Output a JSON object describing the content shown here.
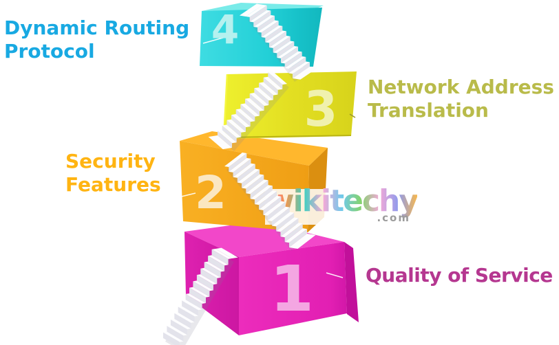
{
  "diagram": {
    "levels": [
      {
        "number": "4",
        "label": "Dynamic Routing Protocol",
        "side": "left",
        "box_color": "#1ecdd4",
        "label_color": "#18a9e2",
        "number_color": "#b5f1ef"
      },
      {
        "number": "3",
        "label": "Network Address Translation",
        "side": "right",
        "box_color": "#e2de22",
        "label_color": "#b9bb4a",
        "number_color": "#f0f1ae"
      },
      {
        "number": "2",
        "label": "Security Features",
        "side": "left",
        "box_color": "#f5a81d",
        "label_color": "#ffb412",
        "number_color": "#fbe7c1"
      },
      {
        "number": "1",
        "label": "Quality of Service",
        "side": "right",
        "box_color": "#e21fb3",
        "label_color": "#b53790",
        "number_color": "#f4a6e2"
      }
    ],
    "watermark": {
      "brand": "wikitechy",
      "suffix": ".com"
    }
  }
}
